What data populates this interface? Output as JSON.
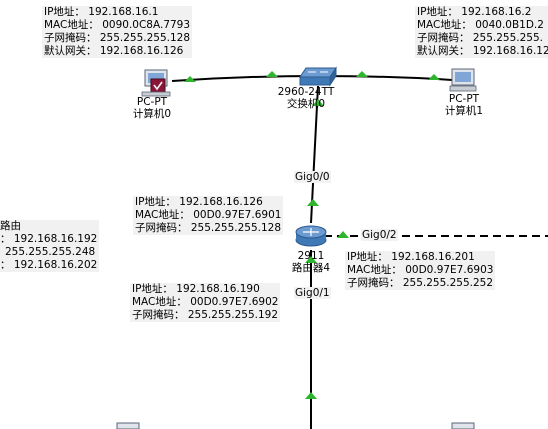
{
  "colors": {
    "link": "#000000",
    "arrow": "#2db52d",
    "device_blue": "#3f79b6",
    "pc_fault": "#8a1538"
  },
  "devices": {
    "pc0": {
      "type": "PC-PT",
      "name": "计算机0"
    },
    "pc1": {
      "type": "PC-PT",
      "name": "计算机1"
    },
    "switch0": {
      "type": "2960-24TT",
      "name": "交换机0"
    },
    "router4": {
      "type": "2911",
      "name": "路由器4"
    }
  },
  "ports": {
    "router_g00": "Gig0/0",
    "router_g01": "Gig0/1",
    "router_g02": "Gig0/2"
  },
  "info": {
    "pc0": {
      "ip": "IP地址：  192.168.16.1",
      "mac": "MAC地址：  0090.0C8A.7793",
      "mask": "子网掩码：  255.255.255.128",
      "gw": "默认网关：  192.168.16.126"
    },
    "pc1": {
      "ip": "IP地址：  192.168.16.2",
      "mac": "MAC地址：  0040.0B1D.2",
      "mask": "子网掩码：  255.255.255.",
      "gw": "默认网关：  192.168.16.12"
    },
    "g00": {
      "ip": "IP地址：  192.168.16.126",
      "mac": "MAC地址：  00D0.97E7.6901",
      "mask": "子网掩码：  255.255.255.128"
    },
    "g01": {
      "ip": "IP地址：  192.168.16.190",
      "mac": "MAC地址：  00D0.97E7.6902",
      "mask": "子网掩码：  255.255.255.192"
    },
    "g02": {
      "ip": "IP地址：  192.168.16.201",
      "mac": "MAC地址：  00D0.97E7.6903",
      "mask": "子网掩码：  255.255.255.252"
    },
    "left": {
      "l1": "路由",
      "l2": "：  192.168.16.192",
      "l3": "255.255.255.248",
      "l4": "：  192.168.16.202"
    }
  }
}
